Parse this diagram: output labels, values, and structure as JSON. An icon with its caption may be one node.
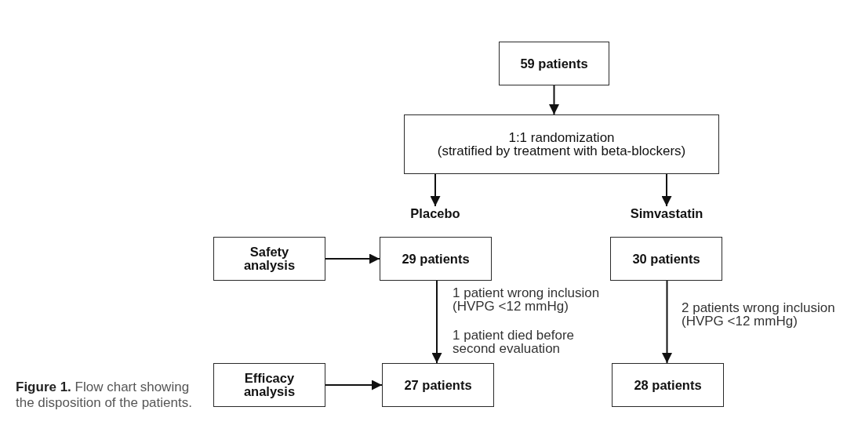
{
  "diagram": {
    "caption": "**Figure 1.** Flow chart showing the disposition of the patients.",
    "nodes": [
      {
        "text": [
          "59 patients"
        ]
      },
      {
        "text": [
          "1:1 randomization",
          "(stratified by treatment with beta-blockers)"
        ]
      },
      {
        "text": [
          "Placebo"
        ]
      },
      {
        "text": [
          "Simvastatin"
        ]
      },
      {
        "text": [
          "Safety analysis"
        ]
      },
      {
        "text": [
          "29 patients"
        ]
      },
      {
        "text": [
          "30 patients"
        ]
      },
      {
        "text": [
          "Efficacy analysis"
        ]
      },
      {
        "text": [
          "27 patients"
        ]
      },
      {
        "text": [
          "28 patients"
        ]
      }
    ],
    "edges": [
      {
        "from": 0,
        "to": 1,
        "arrow": "to"
      },
      {
        "from": 1,
        "to": 2,
        "arrow": "to"
      },
      {
        "from": 1,
        "to": 3,
        "arrow": "to"
      },
      {
        "from": 4,
        "to": 5,
        "arrow": "to"
      },
      {
        "from": 5,
        "to": 8,
        "arrow": "to"
      },
      {
        "from": 6,
        "to": 9,
        "arrow": "to"
      },
      {
        "from": 7,
        "to": 8,
        "arrow": "to"
      }
    ],
    "labels": [
      "1 patient wrong inclusion (HVPG <12 mmHg)",
      "1 patient died before second evaluation",
      "2 patients wrong inclusion (HVPG <12 mmHg)"
    ]
  }
}
